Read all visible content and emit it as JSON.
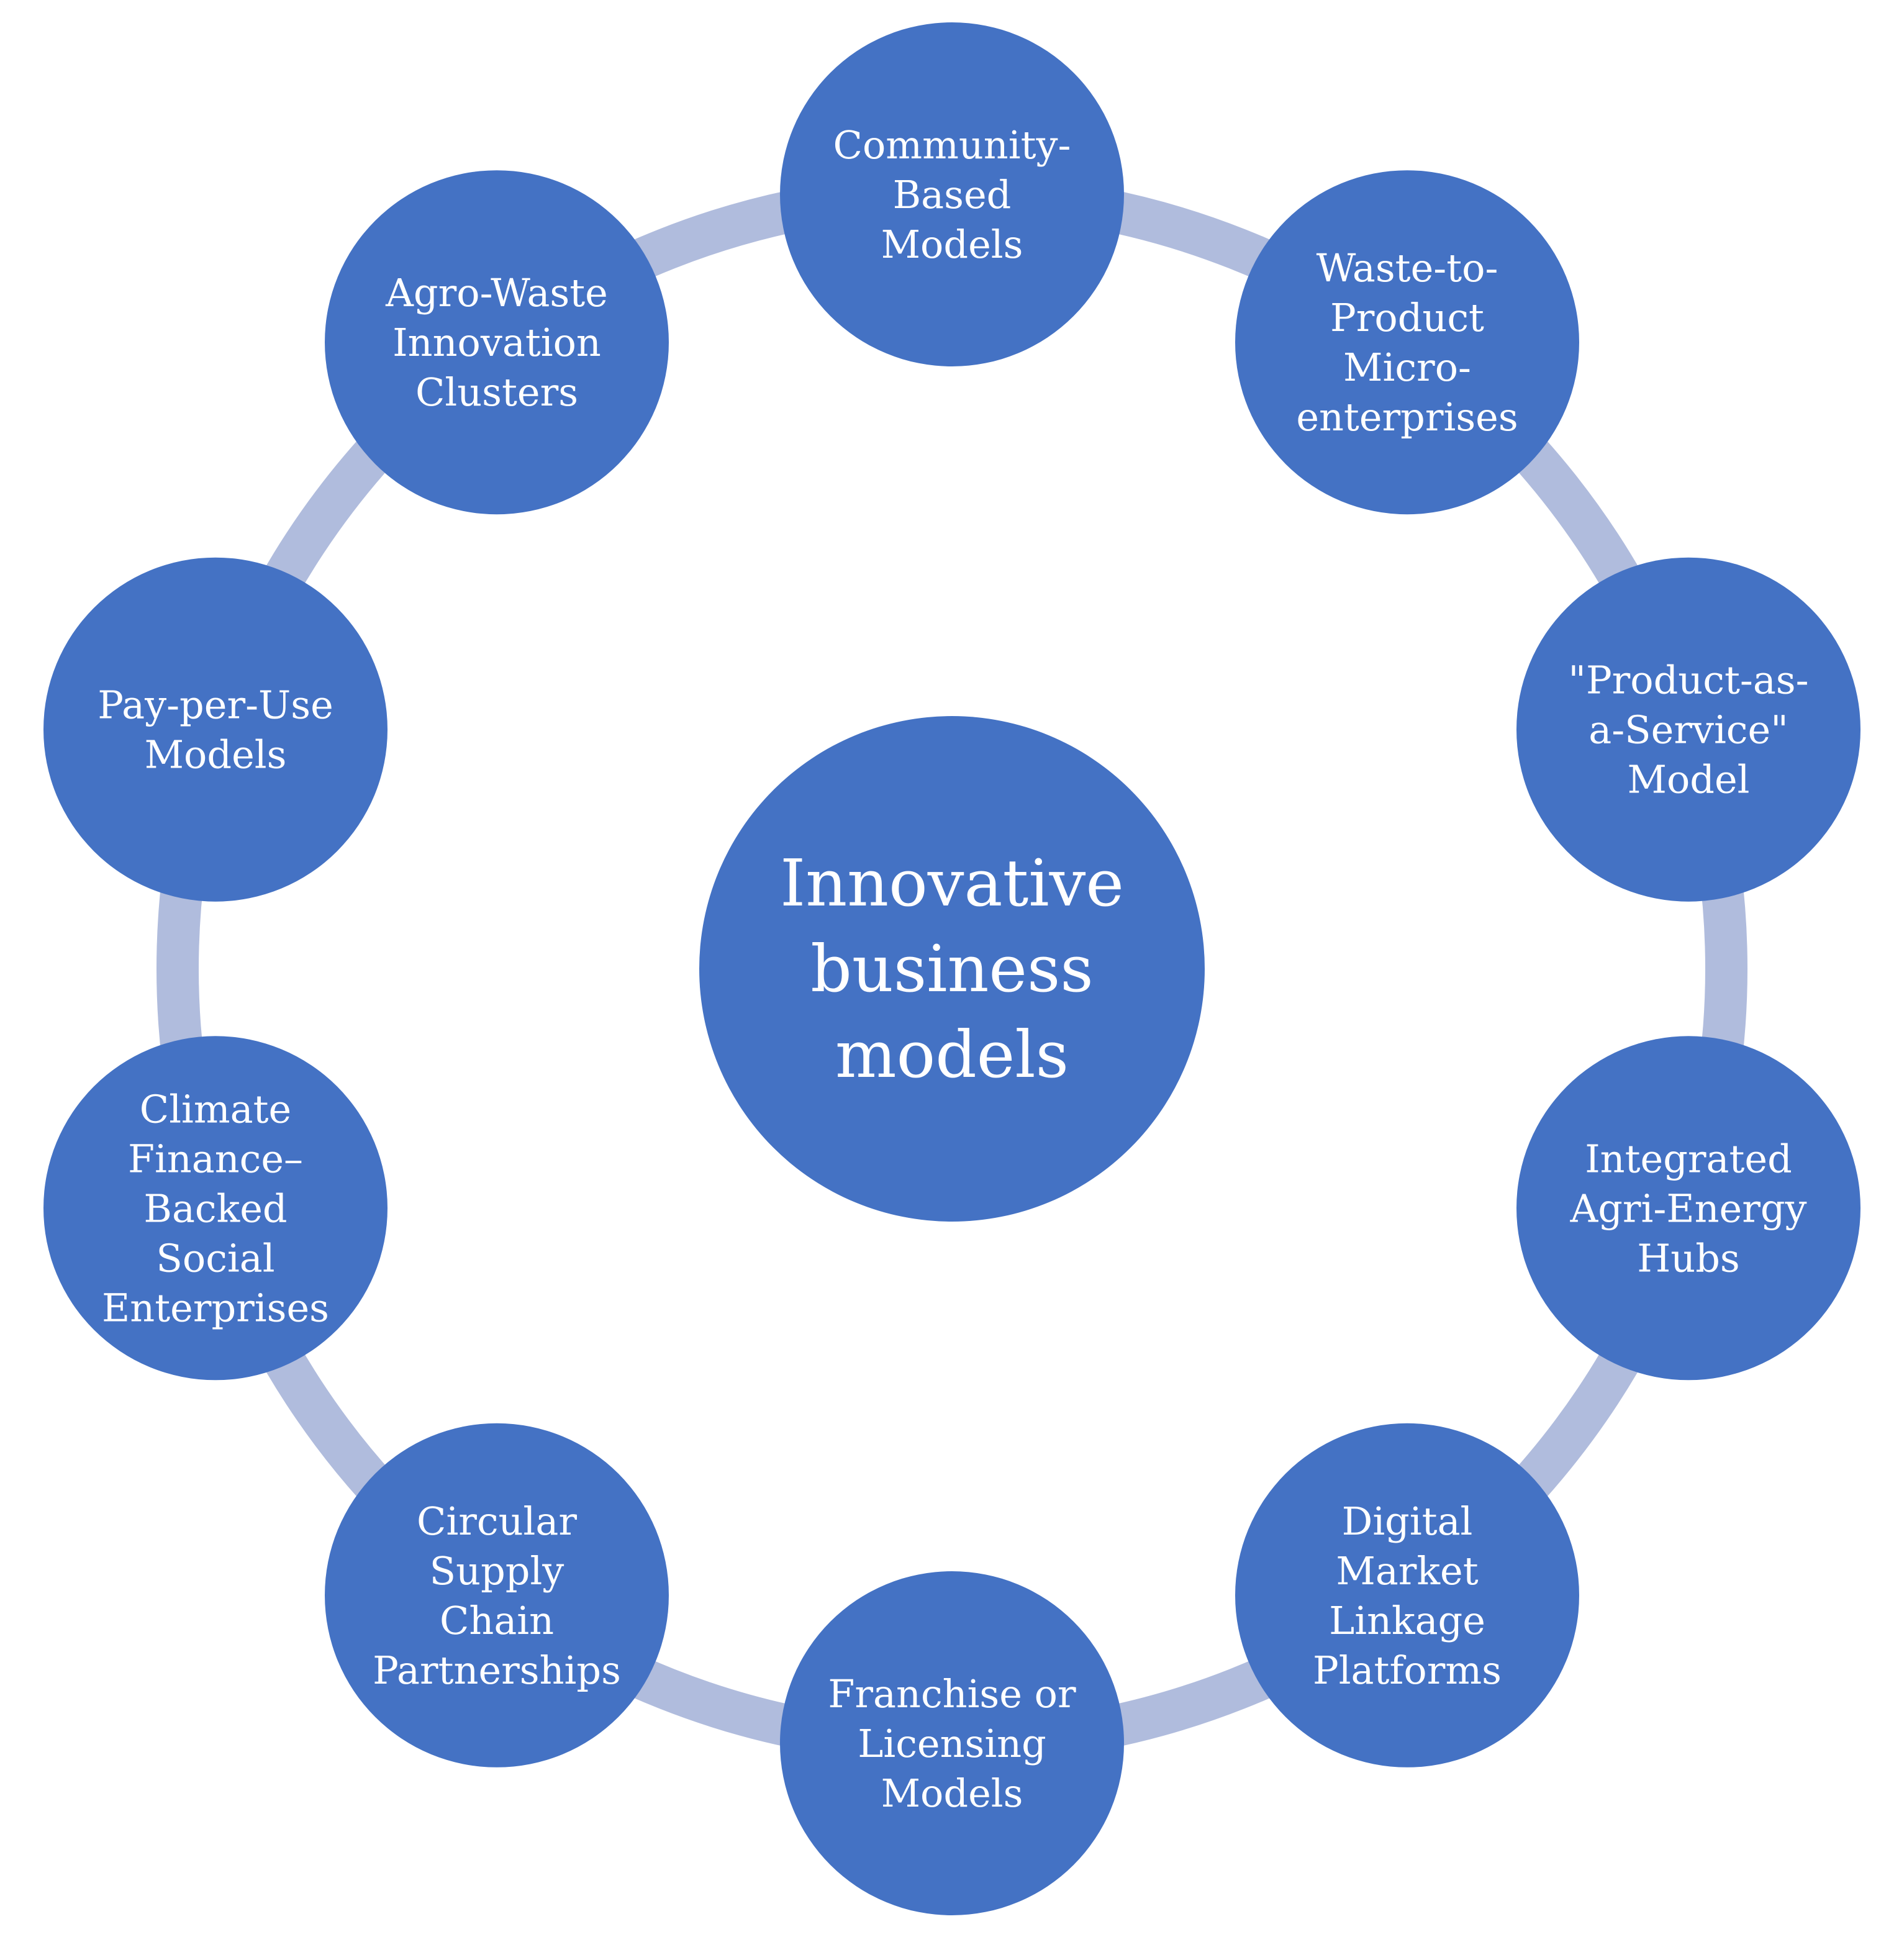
{
  "colors": {
    "node_fill": "#4472C4",
    "connector": "#B0BCDD",
    "label_text": "#FFFFFF",
    "background": "#FFFFFF"
  },
  "center": {
    "lines": [
      "Innovative",
      "business",
      "models"
    ]
  },
  "nodes": [
    {
      "id": "community-based-models",
      "lines": [
        "Community-",
        "Based",
        "Models"
      ]
    },
    {
      "id": "waste-to-product-microenterprises",
      "lines": [
        "Waste-to-",
        "Product",
        "Micro-",
        "enterprises"
      ]
    },
    {
      "id": "product-as-a-service-model",
      "lines": [
        "\"Product-as-",
        "a-Service\"",
        "Model"
      ]
    },
    {
      "id": "integrated-agri-energy-hubs",
      "lines": [
        "Integrated",
        "Agri-Energy",
        "Hubs"
      ]
    },
    {
      "id": "digital-market-linkage-platforms",
      "lines": [
        "Digital",
        "Market",
        "Linkage",
        "Platforms"
      ]
    },
    {
      "id": "franchise-or-licensing-models",
      "lines": [
        "Franchise or",
        "Licensing",
        "Models"
      ]
    },
    {
      "id": "circular-supply-chain-partnerships",
      "lines": [
        "Circular",
        "Supply",
        "Chain",
        "Partnerships"
      ]
    },
    {
      "id": "climate-finance-backed-social-enterprises",
      "lines": [
        "Climate",
        "Finance–",
        "Backed",
        "Social",
        "Enterprises"
      ]
    },
    {
      "id": "pay-per-use-models",
      "lines": [
        "Pay-per-Use",
        "Models"
      ]
    },
    {
      "id": "agro-waste-innovation-clusters",
      "lines": [
        "Agro-Waste",
        "Innovation",
        "Clusters"
      ]
    }
  ]
}
